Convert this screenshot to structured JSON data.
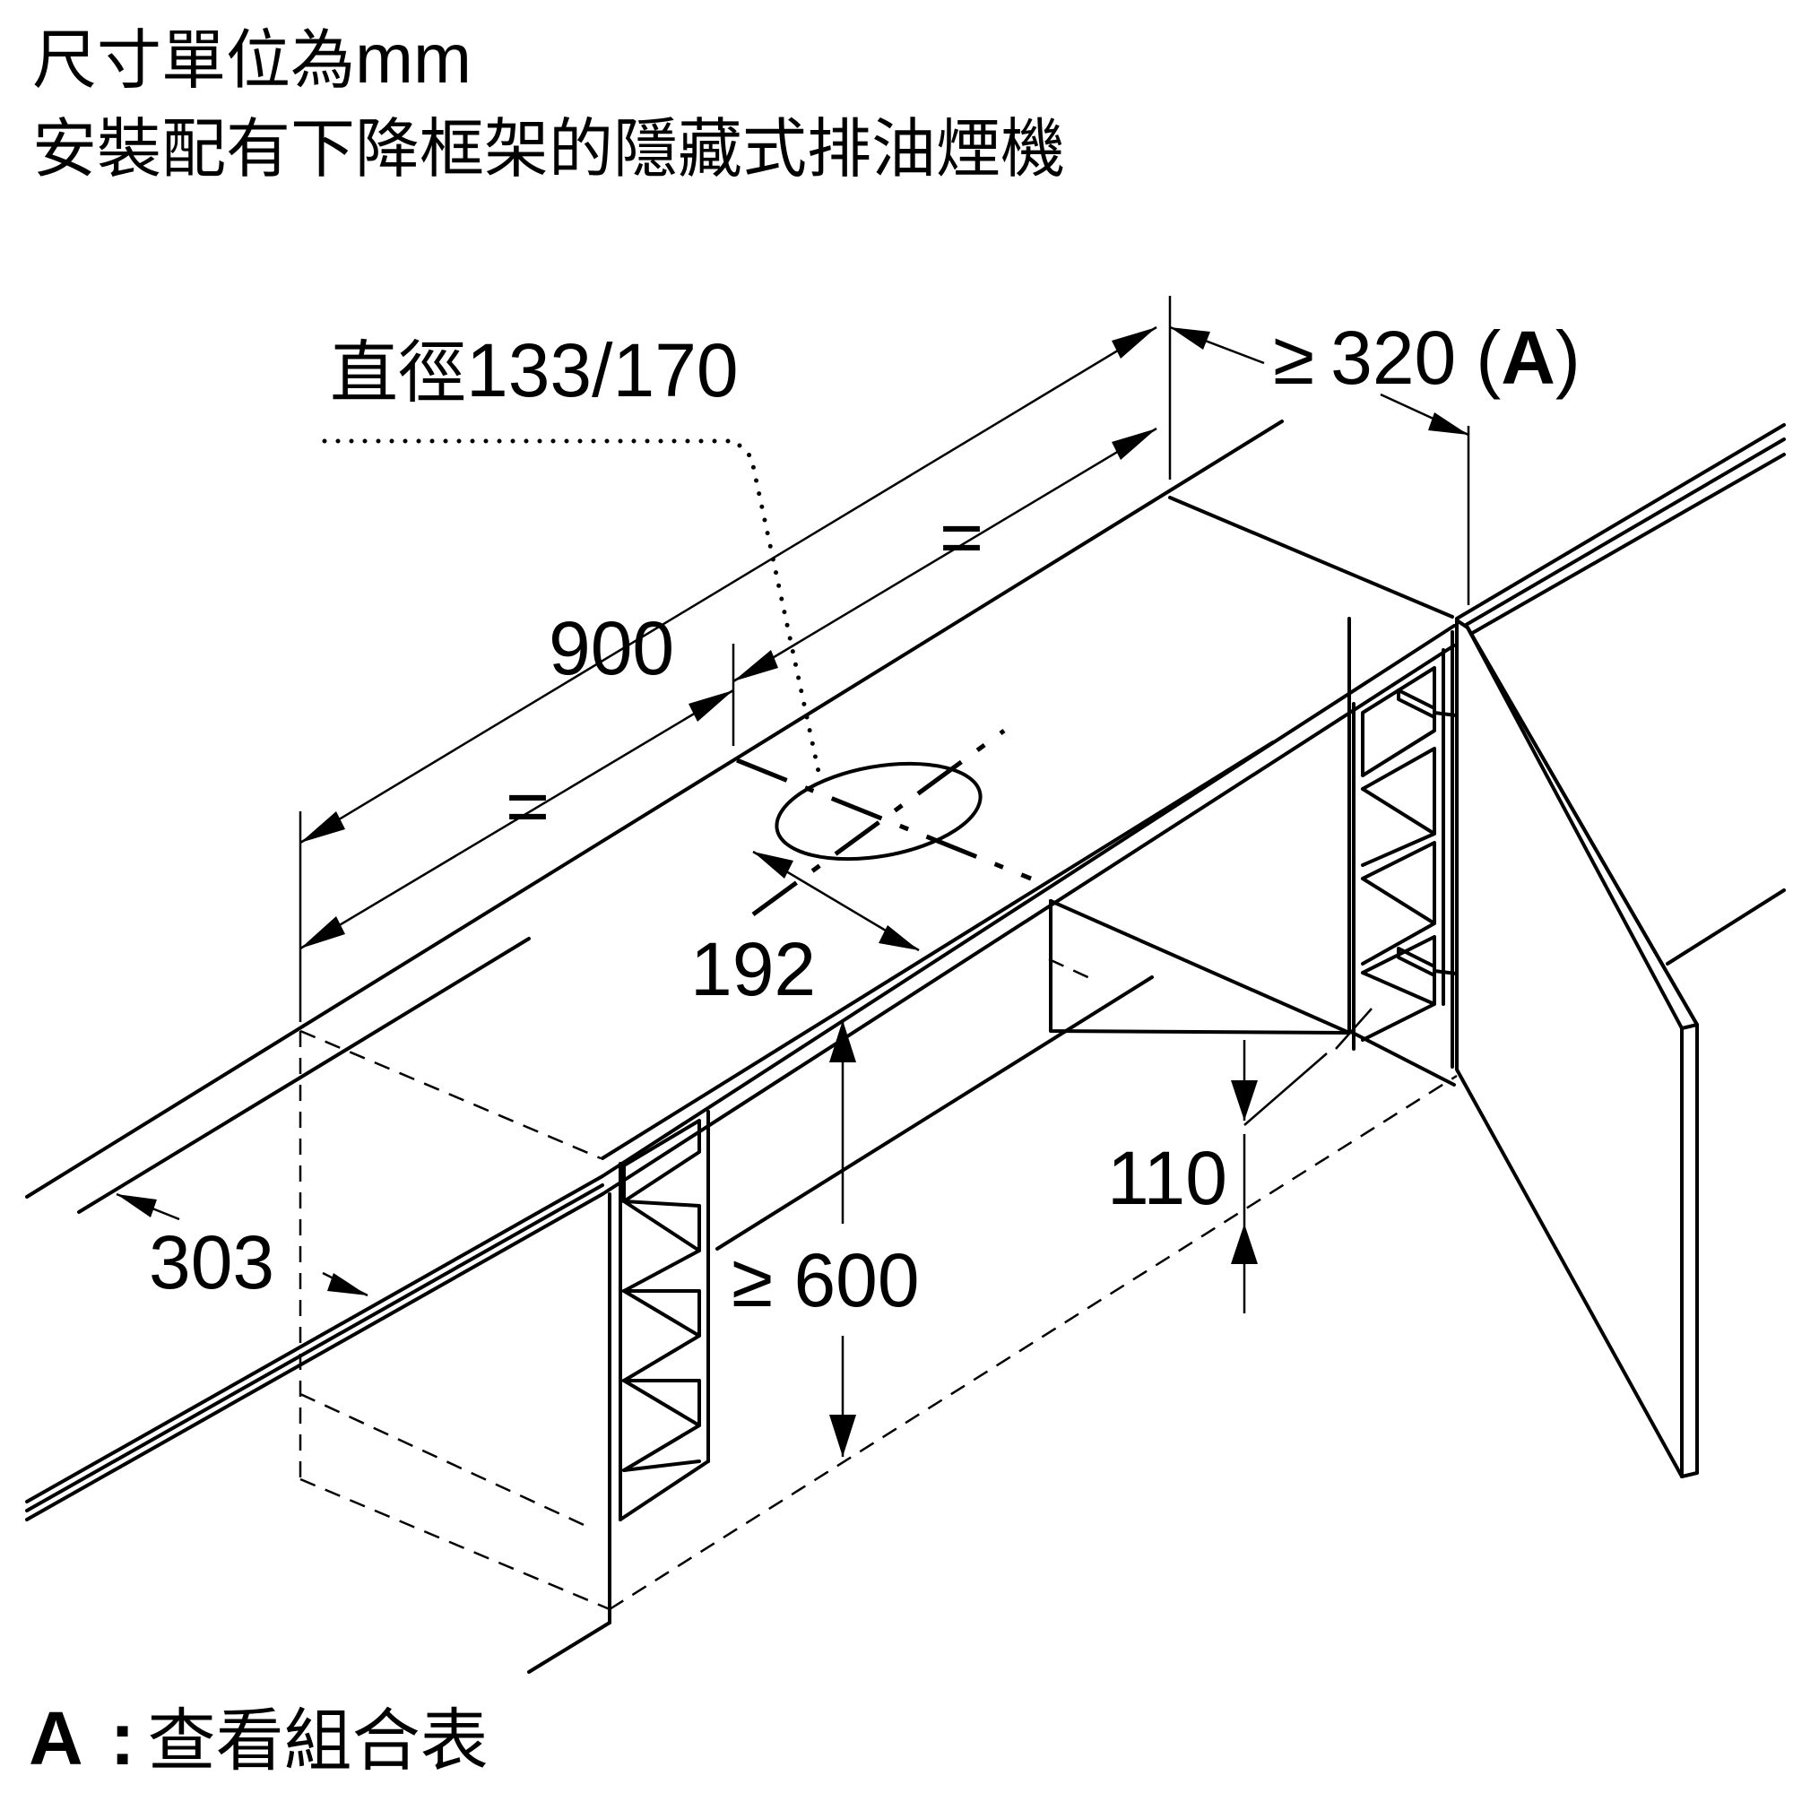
{
  "header": {
    "unit_prefix": "尺寸單位為",
    "unit": "mm",
    "title": "安裝配有下降框架的隱藏式排油煙機"
  },
  "labels": {
    "diameter_prefix": "直徑",
    "diameter_value": "133/170",
    "dim_320_symbol": "≥",
    "dim_320_value": "320",
    "dim_320_ref_open": "(",
    "dim_320_ref": "A",
    "dim_320_ref_close": ")",
    "equal_upper": "=",
    "equal_lower": "=",
    "dim_900": "900",
    "dim_192": "192",
    "dim_303": "303",
    "dim_600": "≥ 600",
    "dim_110": "110"
  },
  "footer": {
    "key": "A",
    "separator": ":",
    "text": "查看組合表"
  }
}
